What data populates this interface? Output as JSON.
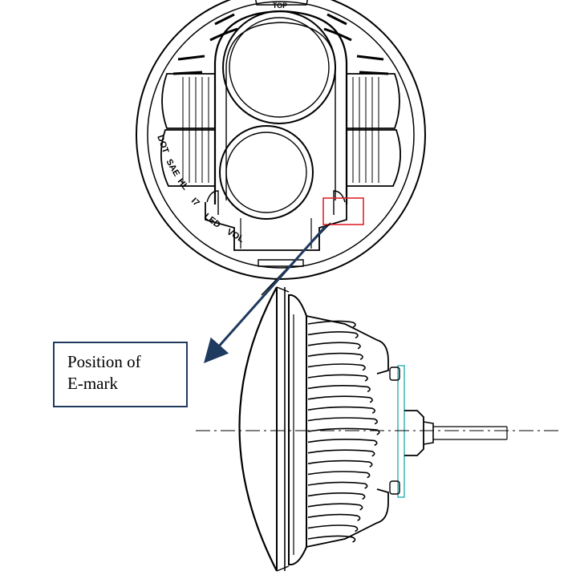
{
  "diagram": {
    "top_label": "TOP",
    "rim_markings": [
      "DOT",
      "SAE",
      "HL",
      "I7",
      "LED",
      "VOL"
    ],
    "callout": {
      "text": "Position of\nE-mark"
    }
  },
  "colors": {
    "line": "#000000",
    "highlight_box": "#e0242b",
    "arrow": "#1f3a5f",
    "connector_outline": "#2ab0b0"
  },
  "icons": {
    "arrow": "arrow-to-callout-icon"
  }
}
